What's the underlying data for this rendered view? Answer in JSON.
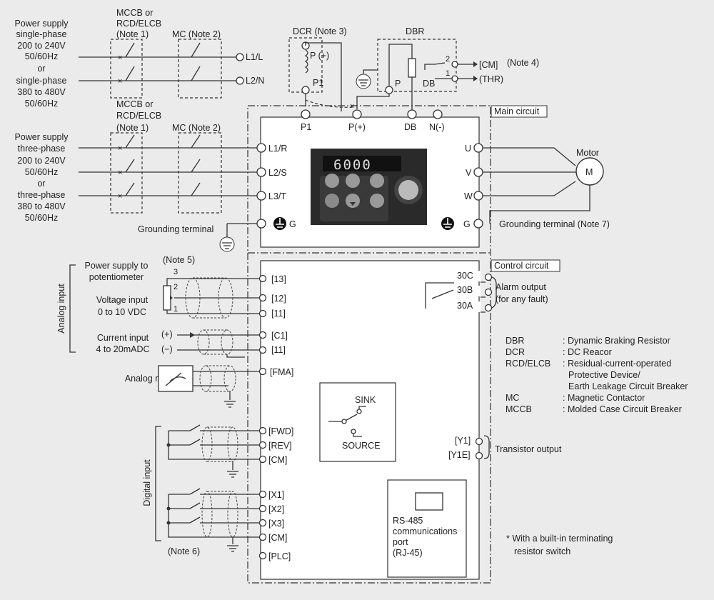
{
  "left_labels": {
    "mccb_top_1": "MCCB or",
    "mccb_top_2": "RCD/ELCB",
    "mccb_top_3": "(Note 1)",
    "mc_top": "MC (Note 2)",
    "ps_single": [
      "Power supply",
      "single-phase",
      "200 to 240V",
      "50/60Hz",
      "or",
      "single-phase",
      "380 to 480V",
      "50/60Hz"
    ],
    "mccb_mid_1": "MCCB or",
    "mccb_mid_2": "RCD/ELCB",
    "mccb_mid_3": "(Note 1)",
    "mc_mid": "MC (Note 2)",
    "ps_three": [
      "Power supply",
      "three-phase",
      "200 to 240V",
      "50/60Hz",
      "or",
      "three-phase",
      "380 to 480V",
      "50/60Hz"
    ],
    "grounding_terminal": "Grounding terminal"
  },
  "main_terms": {
    "l1l": "L1/L",
    "l2n": "L2/N",
    "l1r": "L1/R",
    "l2s": "L2/S",
    "l3t": "L3/T",
    "g_left": "G",
    "u": "U",
    "v": "V",
    "w": "W",
    "g_right": "G",
    "p1": "P1",
    "pplus": "P(+)",
    "db": "DB",
    "nminus": "N(-)"
  },
  "dcr": {
    "title": "DCR (Note 3)",
    "p_plus": "P (+)",
    "p1": "P1"
  },
  "dbr": {
    "title": "DBR",
    "p": "P",
    "db": "DB",
    "pin2": "2",
    "pin1": "1",
    "cm": "[CM]",
    "thr": "(THR)",
    "note4": "(Note 4)"
  },
  "boxes": {
    "main_circuit": "Main circuit",
    "control_circuit": "Control circuit"
  },
  "motor": {
    "label": "Motor",
    "symbol": "M"
  },
  "grounding_note7": "Grounding terminal (Note 7)",
  "keypad": {
    "display": "6000"
  },
  "analog": {
    "group_label": "Analog input",
    "note5": "(Note 5)",
    "pot_supply": [
      "Power supply to",
      "potentiometer"
    ],
    "voltage_input": [
      "Voltage input",
      "0 to 10 VDC"
    ],
    "current_input": [
      "Current input",
      "4 to 20mADC"
    ],
    "plus": "(+)",
    "minus": "(−)",
    "analog_meter": "Analog meter",
    "pins": [
      "3",
      "2",
      "1"
    ],
    "terms": [
      "[13]",
      "[12]",
      "[11]",
      "[C1]",
      "[11]",
      "[FMA]"
    ]
  },
  "digital": {
    "group_label": "Digital input",
    "terms": [
      "[FWD]",
      "[REV]",
      "[CM]",
      "[X1]",
      "[X2]",
      "[X3]",
      "[CM]",
      "[PLC]"
    ],
    "note6": "(Note 6)"
  },
  "alarm": {
    "terms": [
      "30C",
      "30B",
      "30A"
    ],
    "label": [
      "Alarm output",
      "(for any fault)"
    ]
  },
  "sink_source": {
    "sink": "SINK",
    "source": "SOURCE"
  },
  "transistor": {
    "terms": [
      "[Y1]",
      "[Y1E]"
    ],
    "label": "Transistor output"
  },
  "rs485": {
    "lines": [
      "RS-485",
      "communications",
      "port",
      "(RJ-45)"
    ]
  },
  "legend": [
    {
      "abbr": "DBR",
      "desc": [
        ": Dynamic Braking Resistor"
      ]
    },
    {
      "abbr": "DCR",
      "desc": [
        ": DC Reacor"
      ]
    },
    {
      "abbr": "RCD/ELCB",
      "desc": [
        ": Residual-current-operated",
        "Protective Device/",
        "Earth Leakage Circuit Breaker"
      ]
    },
    {
      "abbr": "MC",
      "desc": [
        ": Magnetic Contactor"
      ]
    },
    {
      "abbr": "MCCB",
      "desc": [
        ": Molded Case Circuit Breaker"
      ]
    }
  ],
  "footnote": [
    "* With a built-in terminating",
    "resistor switch"
  ]
}
